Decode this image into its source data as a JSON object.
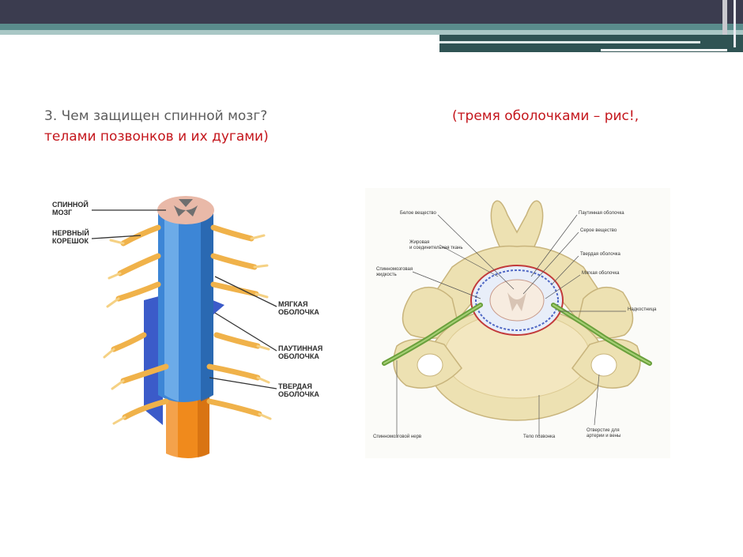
{
  "question": "3. Чем защищен спинной мозг?",
  "answer_line1": "(тремя оболочками – рис!,",
  "answer_line2": "телами позвонков и их дугами)",
  "left_figure": {
    "spinal_cord": [
      "СПИННОЙ",
      "МОЗГ"
    ],
    "nerve_root": [
      "НЕРВНЫЙ",
      "КОРЕШОК"
    ],
    "pia": [
      "МЯГКАЯ",
      "ОБОЛОЧКА"
    ],
    "arachnoid": [
      "ПАУТИННАЯ",
      "ОБОЛОЧКА"
    ],
    "dura": [
      "ТВЕРДАЯ",
      "ОБОЛОЧКА"
    ]
  },
  "right_figure": {
    "white_matter": "Белое вещество",
    "fat_tissue": [
      "Жировая",
      "и соединительная ткань"
    ],
    "csf": [
      "Спинномозговая",
      "жидкость"
    ],
    "arachnoid": "Паутинная оболочка",
    "grey_matter": "Серое вещество",
    "dura": "Твердая оболочка",
    "pia": "Мягкая оболочка",
    "periosteum": "Надкостница",
    "spinal_nerve": "Спинномозговой нерв",
    "vertebral_body": "Тело позвонка",
    "foramen": [
      "Отверстие для",
      "артерии и вены"
    ]
  },
  "colors": {
    "question": "#5c5c5c",
    "answer": "#c4161c",
    "header_dark": "#3b3c4f",
    "header_teal": "#5a8c8c"
  }
}
